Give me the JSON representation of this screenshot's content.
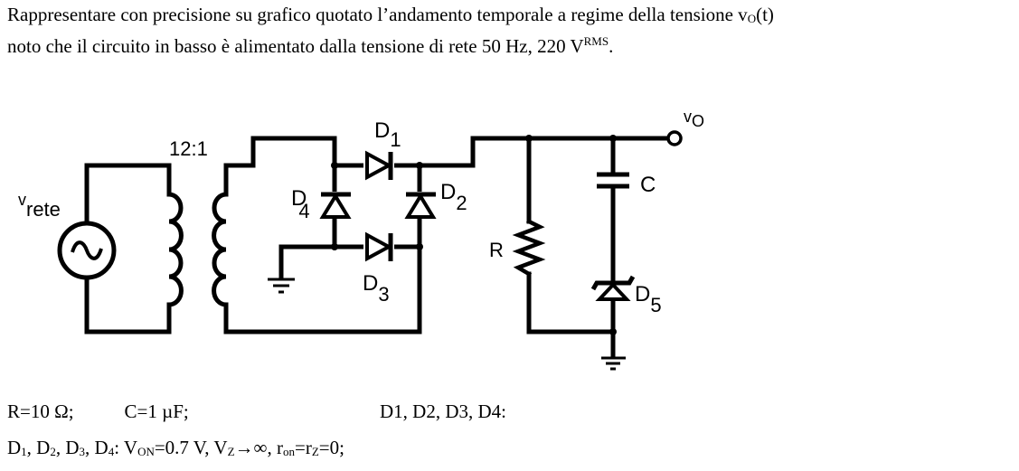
{
  "problem": {
    "line1_a": "Rappresentare con precisione su grafico quotato l’andamento temporale a regime della tensione v",
    "line1_sub": "O",
    "line1_b": "(t)",
    "line2_a": "noto che il circuito in basso è alimentato dalla tensione di rete 50 Hz, 220 V",
    "line2_sup": "RMS",
    "line2_b": "."
  },
  "circuit": {
    "ratio": "12:1",
    "source_label": "v",
    "source_sub": "rete",
    "d1": "D",
    "d1_sub": "1",
    "d2": "D",
    "d2_sub": "2",
    "d3": "D",
    "d3_sub": "3",
    "d4": "D",
    "d4_sub": "4",
    "d5": "D",
    "d5_sub": "5",
    "r": "R",
    "c": "C",
    "vo": "v",
    "vo_sub": "O"
  },
  "params": {
    "r": "R=10 Ω;",
    "c": "C=1 µF;",
    "diodes": "D1, D2, D3, D4:",
    "d_parts": [
      "D",
      "1",
      ", D",
      "2",
      ", D",
      "3",
      ", D",
      "4",
      ": V",
      "ON",
      "=0.7 V,  V",
      "Z",
      "→∞,  r",
      "on",
      "=r",
      "Z",
      "=0;"
    ]
  }
}
